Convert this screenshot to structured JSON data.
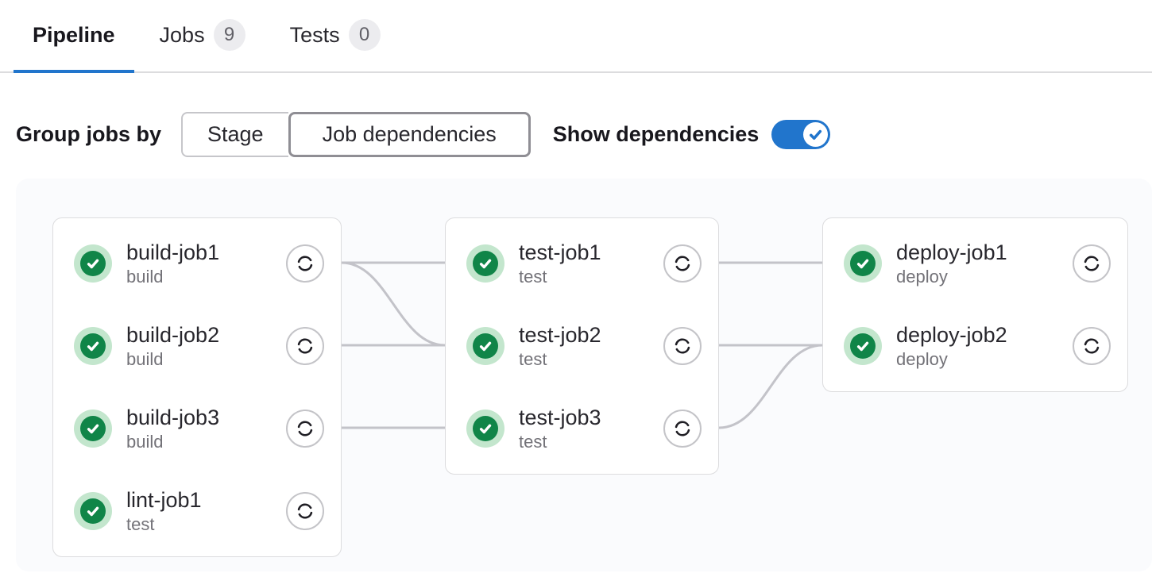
{
  "tabs": [
    {
      "label": "Pipeline",
      "active": true
    },
    {
      "label": "Jobs",
      "badge": "9",
      "active": false
    },
    {
      "label": "Tests",
      "badge": "0",
      "active": false
    }
  ],
  "controls": {
    "group_label": "Group jobs by",
    "segments": [
      {
        "label": "Stage",
        "selected": false
      },
      {
        "label": "Job dependencies",
        "selected": true
      }
    ],
    "show_label": "Show dependencies",
    "show_dependencies_on": true
  },
  "colors": {
    "accent_blue": "#2175cc",
    "success_green": "#108548",
    "success_ring_green": "#c3e6cd",
    "graph_background": "#fafbfd",
    "dependency_line": "#c3c3c9"
  },
  "icons": {
    "status": "status-success-icon (white check in green circle)",
    "action": "retry-icon (circular arrows)",
    "toggle_knob": "check-icon"
  },
  "pipeline": {
    "columns": [
      {
        "jobs": [
          {
            "name": "build-job1",
            "stage": "build",
            "status": "success"
          },
          {
            "name": "build-job2",
            "stage": "build",
            "status": "success"
          },
          {
            "name": "build-job3",
            "stage": "build",
            "status": "success"
          },
          {
            "name": "lint-job1",
            "stage": "test",
            "status": "success"
          }
        ]
      },
      {
        "jobs": [
          {
            "name": "test-job1",
            "stage": "test",
            "status": "success"
          },
          {
            "name": "test-job2",
            "stage": "test",
            "status": "success"
          },
          {
            "name": "test-job3",
            "stage": "test",
            "status": "success"
          }
        ]
      },
      {
        "jobs": [
          {
            "name": "deploy-job1",
            "stage": "deploy",
            "status": "success"
          },
          {
            "name": "deploy-job2",
            "stage": "deploy",
            "status": "success"
          }
        ]
      }
    ],
    "links": [
      {
        "from": [
          0,
          0
        ],
        "to": [
          1,
          0
        ]
      },
      {
        "from": [
          0,
          0
        ],
        "to": [
          1,
          1
        ]
      },
      {
        "from": [
          0,
          1
        ],
        "to": [
          1,
          1
        ]
      },
      {
        "from": [
          0,
          2
        ],
        "to": [
          1,
          2
        ]
      },
      {
        "from": [
          1,
          0
        ],
        "to": [
          2,
          0
        ]
      },
      {
        "from": [
          1,
          1
        ],
        "to": [
          2,
          1
        ]
      },
      {
        "from": [
          1,
          2
        ],
        "to": [
          2,
          1
        ]
      }
    ]
  }
}
